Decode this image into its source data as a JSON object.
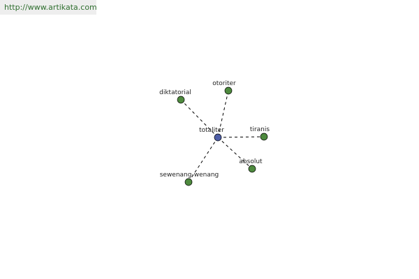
{
  "header": {
    "site_url": "http://www.artikata.com"
  },
  "graph": {
    "colors": {
      "center": "#4f5fa8",
      "leaf": "#4e8a3e"
    },
    "center": {
      "id": "totaliter",
      "label": "totaliter"
    },
    "nodes": [
      {
        "id": "otoriter",
        "label": "otoriter"
      },
      {
        "id": "diktatorial",
        "label": "diktatorial"
      },
      {
        "id": "tiranis",
        "label": "tiranis"
      },
      {
        "id": "absolut",
        "label": "absolut"
      },
      {
        "id": "sewenang-wenang",
        "label": "sewenang-wenang"
      }
    ]
  }
}
